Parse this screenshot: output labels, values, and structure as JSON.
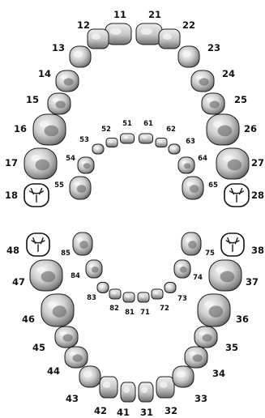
{
  "colors": {
    "crown_light": "#f4f4f4",
    "crown_mid": "#b9b9b9",
    "crown_dark": "#5a5a5a",
    "outline": "#1a1a1a",
    "label": "#111111"
  },
  "upper_permanent": [
    {
      "label": "11"
    },
    {
      "label": "12"
    },
    {
      "label": "13"
    },
    {
      "label": "14"
    },
    {
      "label": "15"
    },
    {
      "label": "16"
    },
    {
      "label": "17"
    },
    {
      "label": "18"
    },
    {
      "label": "21"
    },
    {
      "label": "22"
    },
    {
      "label": "23"
    },
    {
      "label": "24"
    },
    {
      "label": "25"
    },
    {
      "label": "26"
    },
    {
      "label": "27"
    },
    {
      "label": "28"
    }
  ],
  "upper_primary": [
    {
      "label": "51"
    },
    {
      "label": "52"
    },
    {
      "label": "53"
    },
    {
      "label": "54"
    },
    {
      "label": "55"
    },
    {
      "label": "61"
    },
    {
      "label": "62"
    },
    {
      "label": "63"
    },
    {
      "label": "64"
    },
    {
      "label": "65"
    }
  ],
  "lower_permanent": [
    {
      "label": "31"
    },
    {
      "label": "32"
    },
    {
      "label": "33"
    },
    {
      "label": "34"
    },
    {
      "label": "35"
    },
    {
      "label": "36"
    },
    {
      "label": "37"
    },
    {
      "label": "38"
    },
    {
      "label": "41"
    },
    {
      "label": "42"
    },
    {
      "label": "43"
    },
    {
      "label": "44"
    },
    {
      "label": "45"
    },
    {
      "label": "46"
    },
    {
      "label": "47"
    },
    {
      "label": "48"
    }
  ],
  "lower_primary": [
    {
      "label": "71"
    },
    {
      "label": "72"
    },
    {
      "label": "73"
    },
    {
      "label": "74"
    },
    {
      "label": "75"
    },
    {
      "label": "81"
    },
    {
      "label": "82"
    },
    {
      "label": "83"
    },
    {
      "label": "84"
    },
    {
      "label": "85"
    }
  ]
}
